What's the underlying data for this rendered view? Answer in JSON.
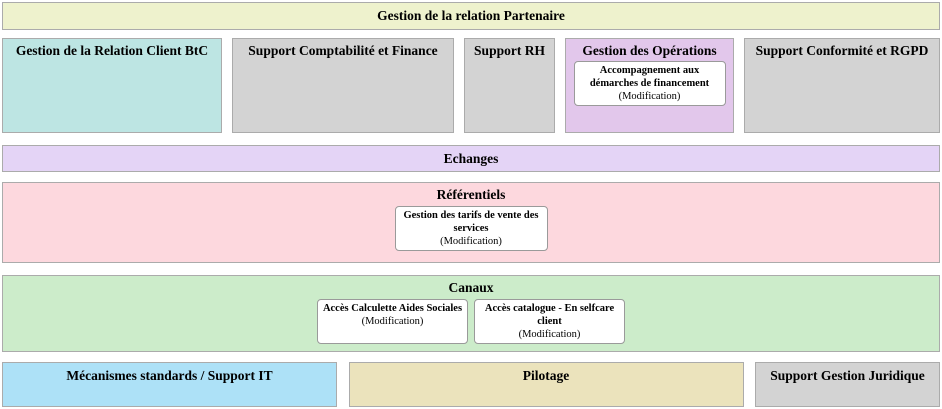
{
  "colors": {
    "title_band_bg": "#EEF2CD",
    "teal_bg": "#BDE5E3",
    "gray_bg": "#D3D3D3",
    "purple_bg": "#E2C7EB",
    "lavender_bg": "#E4D4F6",
    "pink_bg": "#FDD8DE",
    "green_bg": "#CCECCA",
    "blue_bg": "#ADE1F7",
    "beige_bg": "#EBE3BC",
    "card_bg": "#FFFFFF",
    "border": "#ABABAB",
    "text": "#000000"
  },
  "title_band": {
    "label": "Gestion de la relation Partenaire"
  },
  "domain_row": {
    "items": [
      {
        "label": "Gestion de la Relation Client BtC"
      },
      {
        "label": "Support Comptabilité et Finance"
      },
      {
        "label": "Support RH"
      },
      {
        "label": "Gestion des Opérations",
        "cards": [
          {
            "title": "Accompagnement aux démarches de financement",
            "status": "(Modification)"
          }
        ]
      },
      {
        "label": "Support Conformité et RGPD"
      }
    ]
  },
  "bands": [
    {
      "label": "Echanges"
    },
    {
      "label": "Référentiels",
      "cards": [
        {
          "title": "Gestion des tarifs de vente des services",
          "status": "(Modification)"
        }
      ]
    },
    {
      "label": "Canaux",
      "cards": [
        {
          "title": "Accès Calculette Aides Sociales",
          "status": "(Modification)"
        },
        {
          "title": "Accès catalogue - En selfcare client",
          "status": "(Modification)"
        }
      ]
    }
  ],
  "bottom_row": {
    "items": [
      {
        "label": "Mécanismes standards / Support IT"
      },
      {
        "label": "Pilotage"
      },
      {
        "label": "Support Gestion Juridique"
      }
    ]
  }
}
